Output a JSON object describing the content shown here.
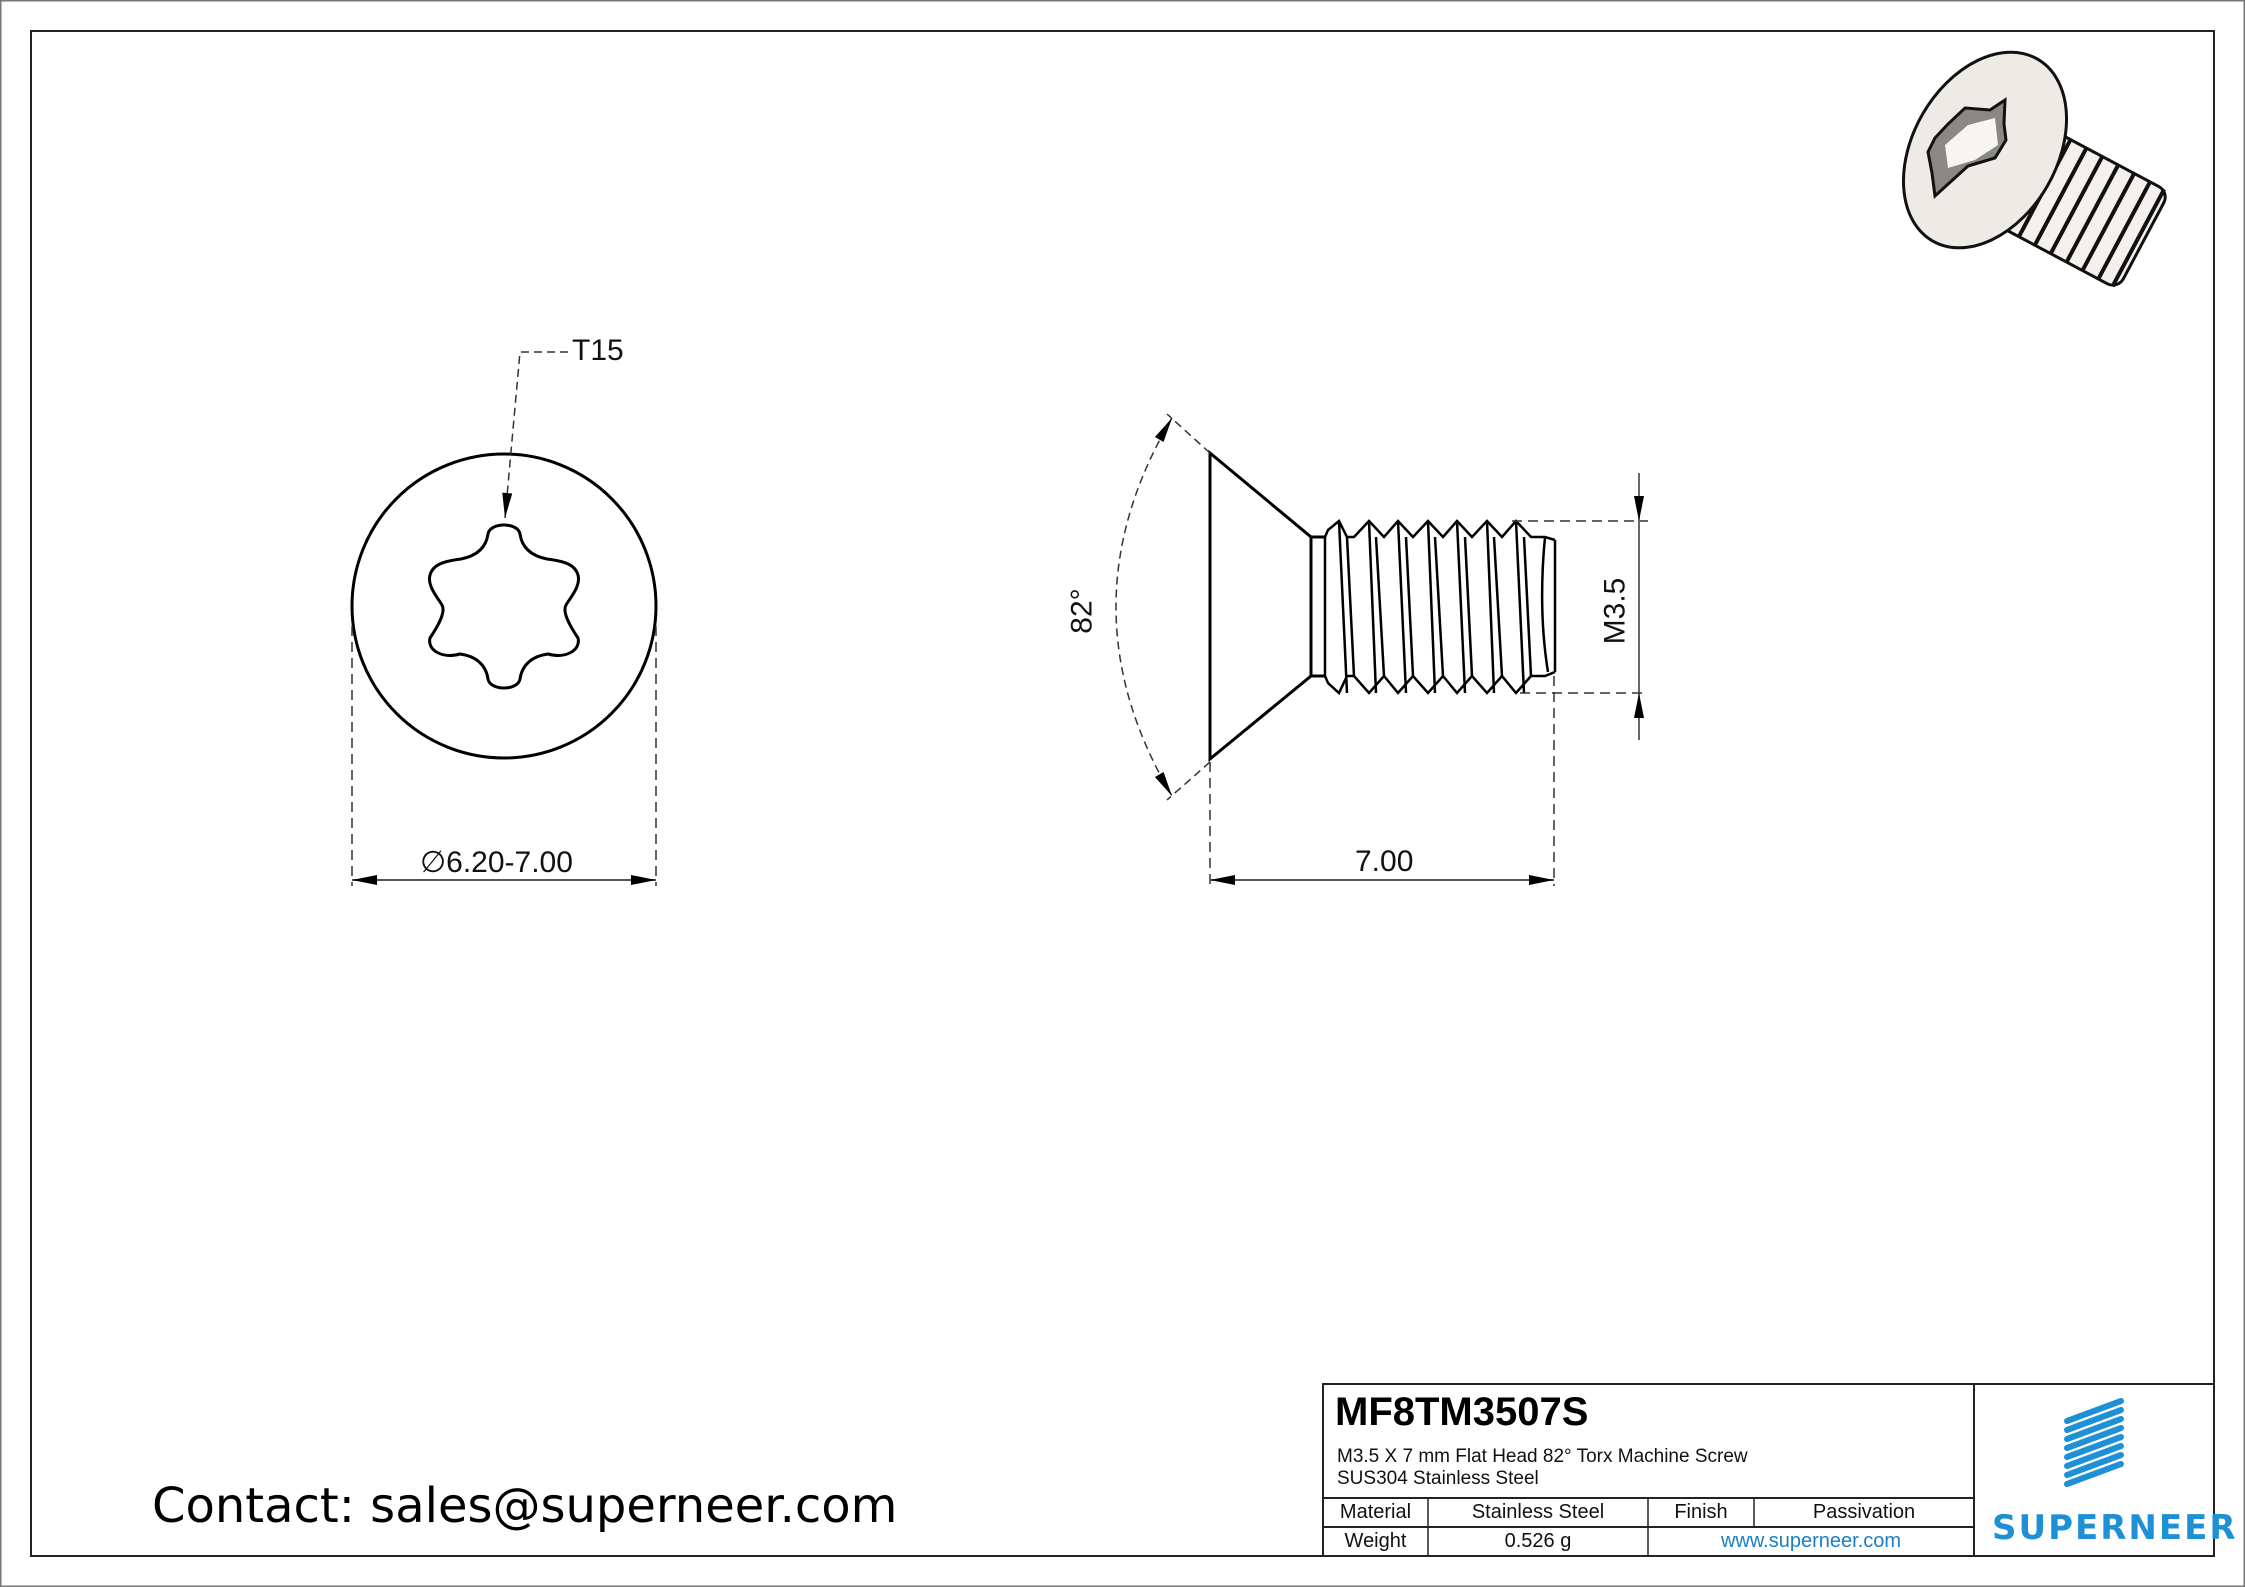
{
  "drawing": {
    "torx_label": "T15",
    "head_diameter_label": "∅6.20-7.00",
    "length_label": "7.00",
    "thread_label": "M3.5",
    "countersink_angle_label": "82°"
  },
  "contact": {
    "text": "Contact: sales@superneer.com"
  },
  "title_block": {
    "part_number": "MF8TM3507S",
    "description_line1": "M3.5 X 7 mm  Flat Head 82° Torx Machine Screw",
    "description_line2": "SUS304 Stainless Steel",
    "rows": [
      {
        "label": "Material",
        "value": "Stainless Steel",
        "label2": "Finish",
        "value2": "Passivation"
      },
      {
        "label": "Weight",
        "value": "0.526 g",
        "link": "www.superneer.com"
      }
    ],
    "logo_text": "SUPERNEER"
  },
  "colors": {
    "line": "#000000",
    "dim_line": "#555555",
    "brand_blue": "#1e90d6",
    "link_blue": "#1a7fc4",
    "frame": "#333333"
  }
}
